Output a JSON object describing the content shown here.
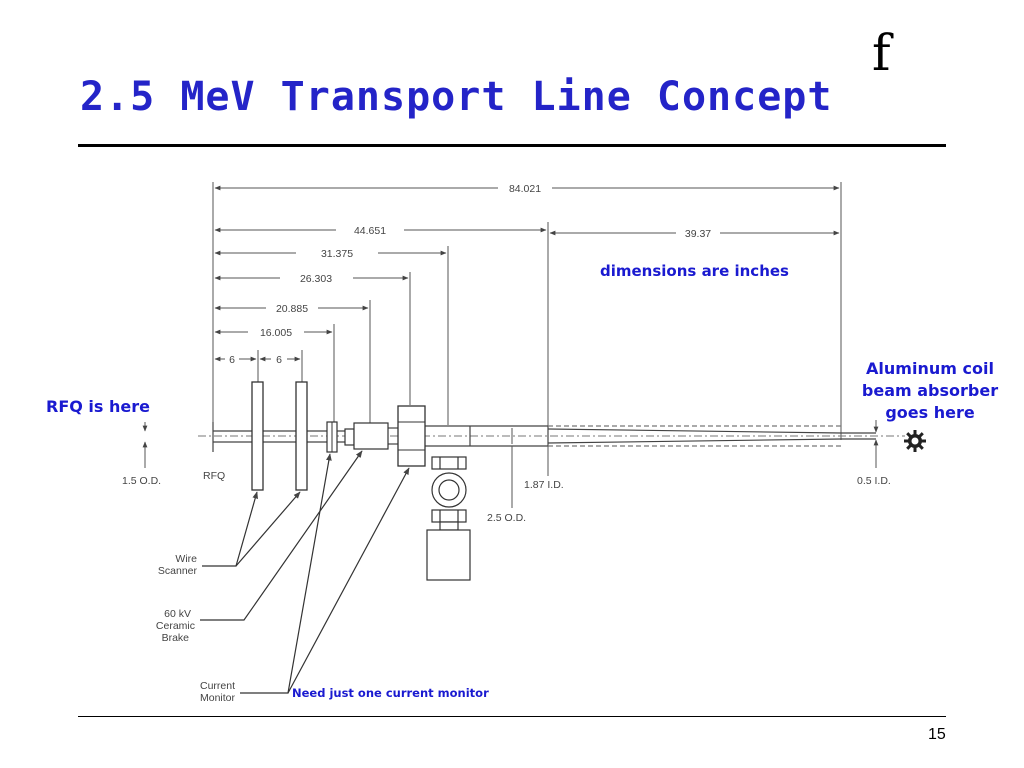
{
  "slide": {
    "title": "2.5 MeV Transport Line Concept",
    "logo_text": "f",
    "page_number": "15",
    "colors": {
      "title": "#2424c8",
      "annotation": "#1a1ad0",
      "drawing": "#444444"
    }
  },
  "notes": {
    "dimensions": "dimensions are inches",
    "rfq": "RFQ is here",
    "absorber": [
      "Aluminum coil",
      "beam absorber",
      "goes here"
    ],
    "monitor": "Need just one current monitor"
  },
  "drawing": {
    "dimensions": [
      "84.021",
      "44.651",
      "39.37",
      "31.375",
      "26.303",
      "20.885",
      "16.005",
      "6",
      "6"
    ],
    "labels": {
      "od_rfq": "1.5 O.D.",
      "rfq": "RFQ",
      "id_187": "1.87 I.D.",
      "od_25": "2.5 O.D.",
      "id_05": "0.5 I.D.",
      "wire_scanner": [
        "Wire",
        "Scanner"
      ],
      "ceramic_brake": [
        "60 kV",
        "Ceramic",
        "Brake"
      ],
      "current_monitor": [
        "Current",
        "Monitor"
      ]
    }
  }
}
